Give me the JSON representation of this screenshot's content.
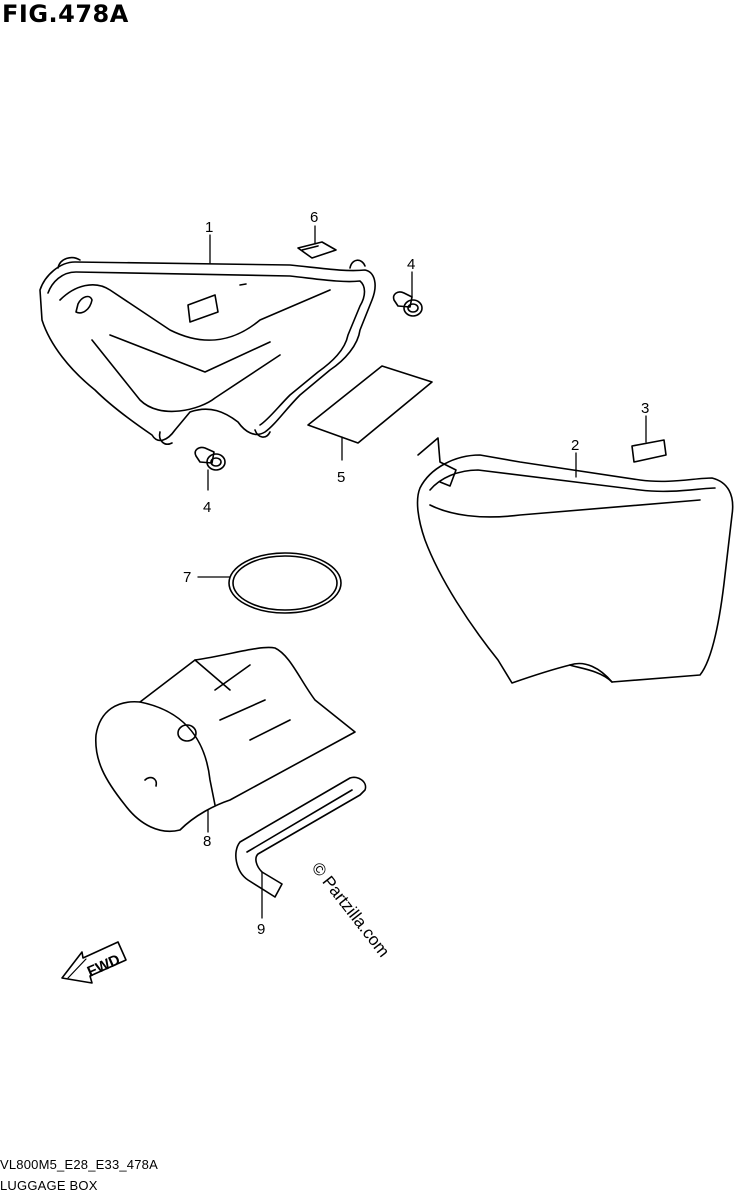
{
  "figure": {
    "title": "FIG.478A",
    "code": "VL800M5_E28_E33_478A",
    "name": "LUGGAGE BOX"
  },
  "callouts": [
    {
      "id": "1",
      "label": "1"
    },
    {
      "id": "2",
      "label": "2"
    },
    {
      "id": "3",
      "label": "3"
    },
    {
      "id": "4a",
      "label": "4"
    },
    {
      "id": "4b",
      "label": "4"
    },
    {
      "id": "5",
      "label": "5"
    },
    {
      "id": "6",
      "label": "6"
    },
    {
      "id": "7",
      "label": "7"
    },
    {
      "id": "8",
      "label": "8"
    },
    {
      "id": "9",
      "label": "9"
    }
  ],
  "direction_arrow": {
    "label": "FWD",
    "icon": "fwd-arrow-icon"
  },
  "watermark": "© Partzilla.com"
}
